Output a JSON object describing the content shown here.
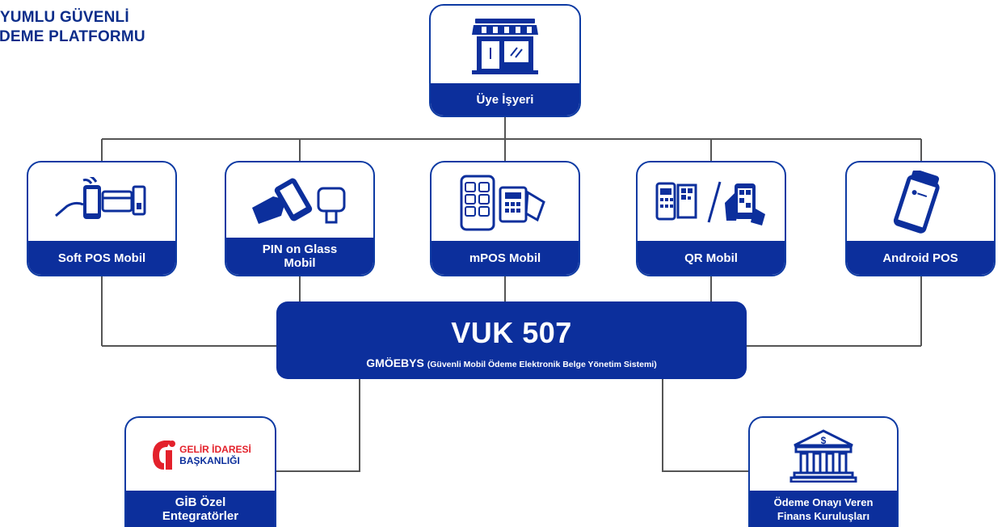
{
  "title": {
    "line1": "UYUMLU GÜVENLİ",
    "line2": "ÖDEME PLATFORMU"
  },
  "top_node": {
    "label": "Üye İşyeri",
    "icon": "storefront-icon"
  },
  "channels": [
    {
      "label": "Soft POS Mobil",
      "icon": "contactless-phone-card-icon"
    },
    {
      "label": "PIN on Glass Mobil",
      "icon": "phone-with-card-reader-icon"
    },
    {
      "label": "mPOS Mobil",
      "icon": "mobile-app-with-card-reader-icon"
    },
    {
      "label": "QR Mobil",
      "icon": "qr-payment-icon"
    },
    {
      "label": "Android POS",
      "icon": "android-pos-terminal-icon"
    }
  ],
  "center": {
    "title": "VUK 507",
    "abbr": "GMÖEBYS",
    "desc": "(Güvenli Mobil Ödeme Elektronik Belge Yönetim Sistemi)"
  },
  "bottom_left": {
    "label": "GİB Özel Entegratörler",
    "logo_text_1": "GELİR İDARESİ",
    "logo_text_2": "BAŞKANLIĞI"
  },
  "bottom_right": {
    "label": "Ödeme Onayı Veren Finans Kuruluşları",
    "icon": "bank-icon"
  },
  "colors": {
    "primary": "#0c2f9c",
    "line": "#555555",
    "logo_red": "#e3212b"
  }
}
